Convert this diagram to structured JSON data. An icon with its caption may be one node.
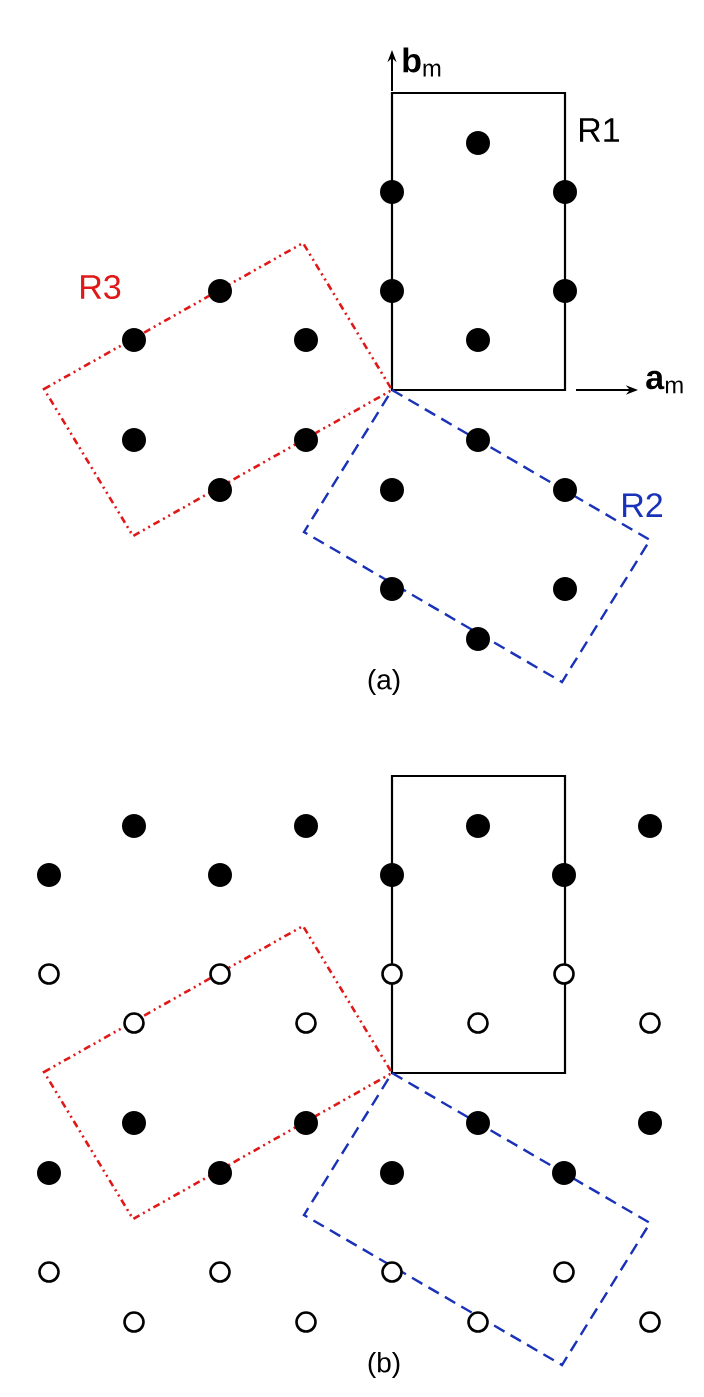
{
  "diagram": {
    "labels": [
      "**b**$_{m}$",
      "R1",
      "R3",
      "**a**$_{m}$",
      "R2",
      "(a)",
      "(b)"
    ]
  }
}
